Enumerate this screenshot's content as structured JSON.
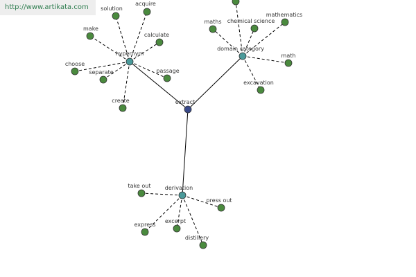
{
  "url_label": "http://www.artikata.com",
  "colors": {
    "center_node": "#3a4a8a",
    "hub_node": "#4a9a9a",
    "leaf_node": "#4a8a3e",
    "node_stroke": "#333333",
    "edge": "#000000"
  },
  "graph": {
    "center": {
      "label": "extract"
    },
    "hubs": [
      {
        "id": "hypernym",
        "label": "hypernym",
        "leaves": [
          "solution",
          "acquire",
          "make",
          "calculate",
          "choose",
          "separate",
          "passage",
          "create"
        ]
      },
      {
        "id": "domain",
        "label": "domain category",
        "leaves": [
          "maths",
          "chemical science",
          "mathematics",
          "math",
          "excavation",
          ""
        ]
      },
      {
        "id": "derivation",
        "label": "derivation",
        "leaves": [
          "take out",
          "press out",
          "express",
          "excerpt",
          "distillery"
        ]
      }
    ]
  }
}
